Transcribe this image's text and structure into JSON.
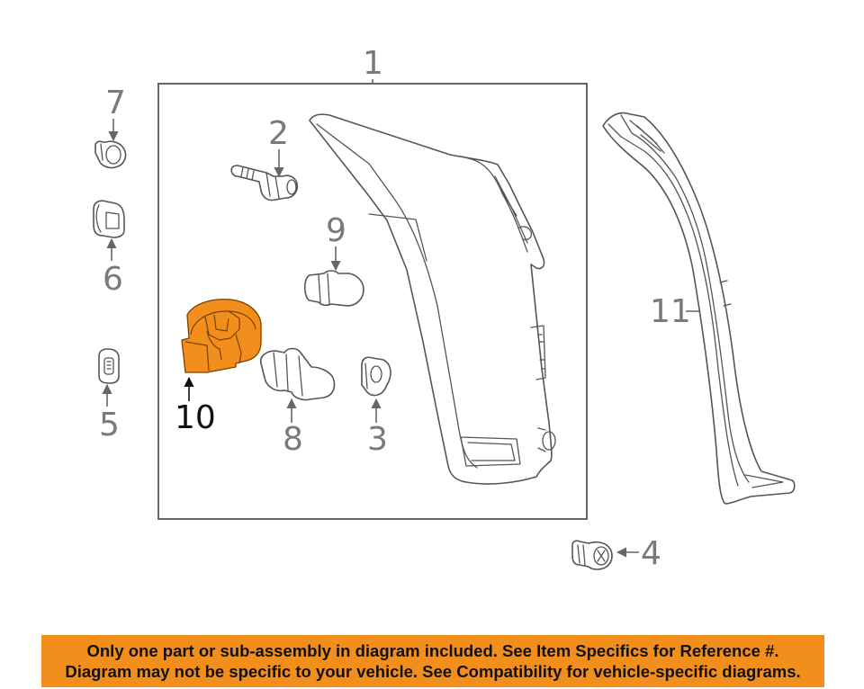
{
  "callouts": {
    "c1": "1",
    "c2": "2",
    "c3": "3",
    "c4": "4",
    "c5": "5",
    "c6": "6",
    "c7": "7",
    "c8": "8",
    "c9": "9",
    "c10": "10",
    "c11": "11"
  },
  "highlighted_part": "10",
  "colors": {
    "highlight_part": "#f28e1c",
    "banner_background": "#f28e1c",
    "banner_text": "#111111",
    "line_art": "#555555",
    "callout_text": "#7a7a7a",
    "highlight_callout": "#111111"
  },
  "banner": {
    "line1": "Only one part or sub-assembly in diagram included. See Item Specifics for Reference #.",
    "line2": "Diagram may not be specific to your vehicle. See Compatibility for vehicle-specific diagrams."
  }
}
